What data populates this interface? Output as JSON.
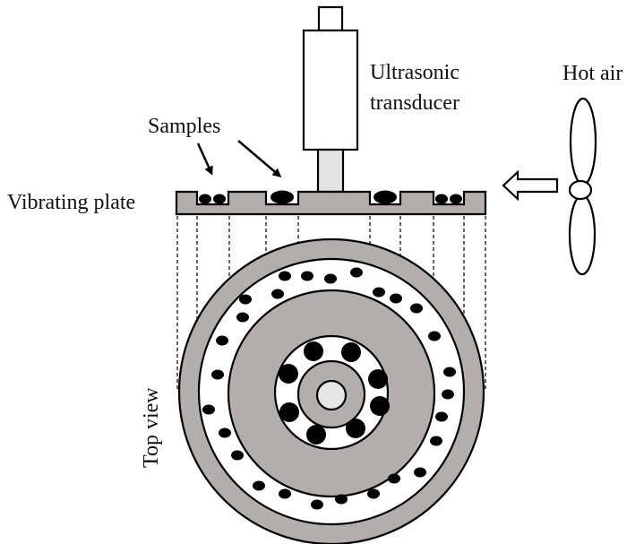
{
  "figure": {
    "type": "schematic",
    "subject": "Ultrasound-assisted hot air drying setup"
  },
  "labels": {
    "transducer_line1": "Ultrasonic",
    "transducer_line2": "transducer",
    "hot_air": "Hot air",
    "samples": "Samples",
    "vibrating_plate": "Vibrating plate",
    "top_view": "Top view"
  },
  "colors": {
    "plate_gray": "#b3adab",
    "horn_light": "#e3e3e3",
    "center_light": "#e6e6e6",
    "ink": "#000000",
    "background": "#ffffff"
  },
  "components": {
    "transducer": {
      "name": "ultrasonic-transducer"
    },
    "fan": {
      "name": "fan",
      "blades": 2
    },
    "airflow_arrow": {
      "direction": "left"
    },
    "sample_arrows": 2
  },
  "top_view": {
    "rings": [
      "outer gray rim",
      "outer white sample ring",
      "middle gray ring",
      "inner white sample ring",
      "inner gray ring",
      "center hub"
    ],
    "outer_ring_small_samples": 27,
    "inner_ring_large_samples": 8
  },
  "cross_section": {
    "plate_notches": 4,
    "samples_per_notch": [
      2,
      1,
      1,
      2
    ],
    "projection_lines": 10
  }
}
